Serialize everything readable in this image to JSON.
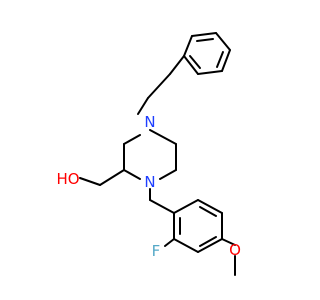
{
  "molecule": {
    "atoms": {
      "n_upper": {
        "symbol": "N",
        "color": "#1f3fff"
      },
      "n_lower": {
        "symbol": "N",
        "color": "#1f3fff"
      },
      "hydroxyl": {
        "symbol": "HO",
        "color": "#ff0000"
      },
      "fluorine": {
        "symbol": "F",
        "color": "#55a9c8"
      },
      "methoxy_oxygen": {
        "symbol": "O",
        "color": "#ff0000"
      }
    },
    "bond_color": "#000000"
  }
}
